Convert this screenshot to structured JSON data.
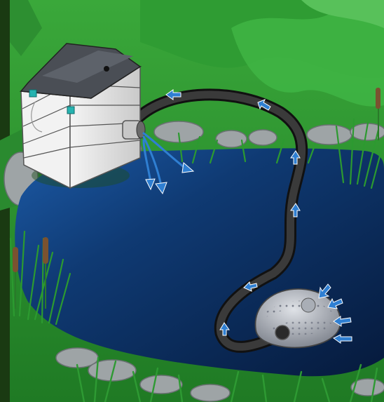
{
  "scene": {
    "items": [
      {
        "name": "garden-background"
      },
      {
        "name": "pond"
      },
      {
        "name": "pond-filter-box"
      },
      {
        "name": "outlet-nozzle"
      },
      {
        "name": "water-outflow-arrows"
      },
      {
        "name": "hose"
      },
      {
        "name": "hose-flow-arrows"
      },
      {
        "name": "submersible-pump"
      },
      {
        "name": "pump-intake-arrows"
      }
    ],
    "colors": {
      "grass": "#2e8f2c",
      "grass_dark": "#1e6b1f",
      "pond_deep": "#061a3c",
      "pond_mid": "#0f3a73",
      "hose": "#1e1e1e",
      "arrow": "#2f7fd2",
      "filter_body": "#eaeaea",
      "filter_lid": "#3a3d42",
      "pump_body": "#b8bcc4"
    }
  }
}
